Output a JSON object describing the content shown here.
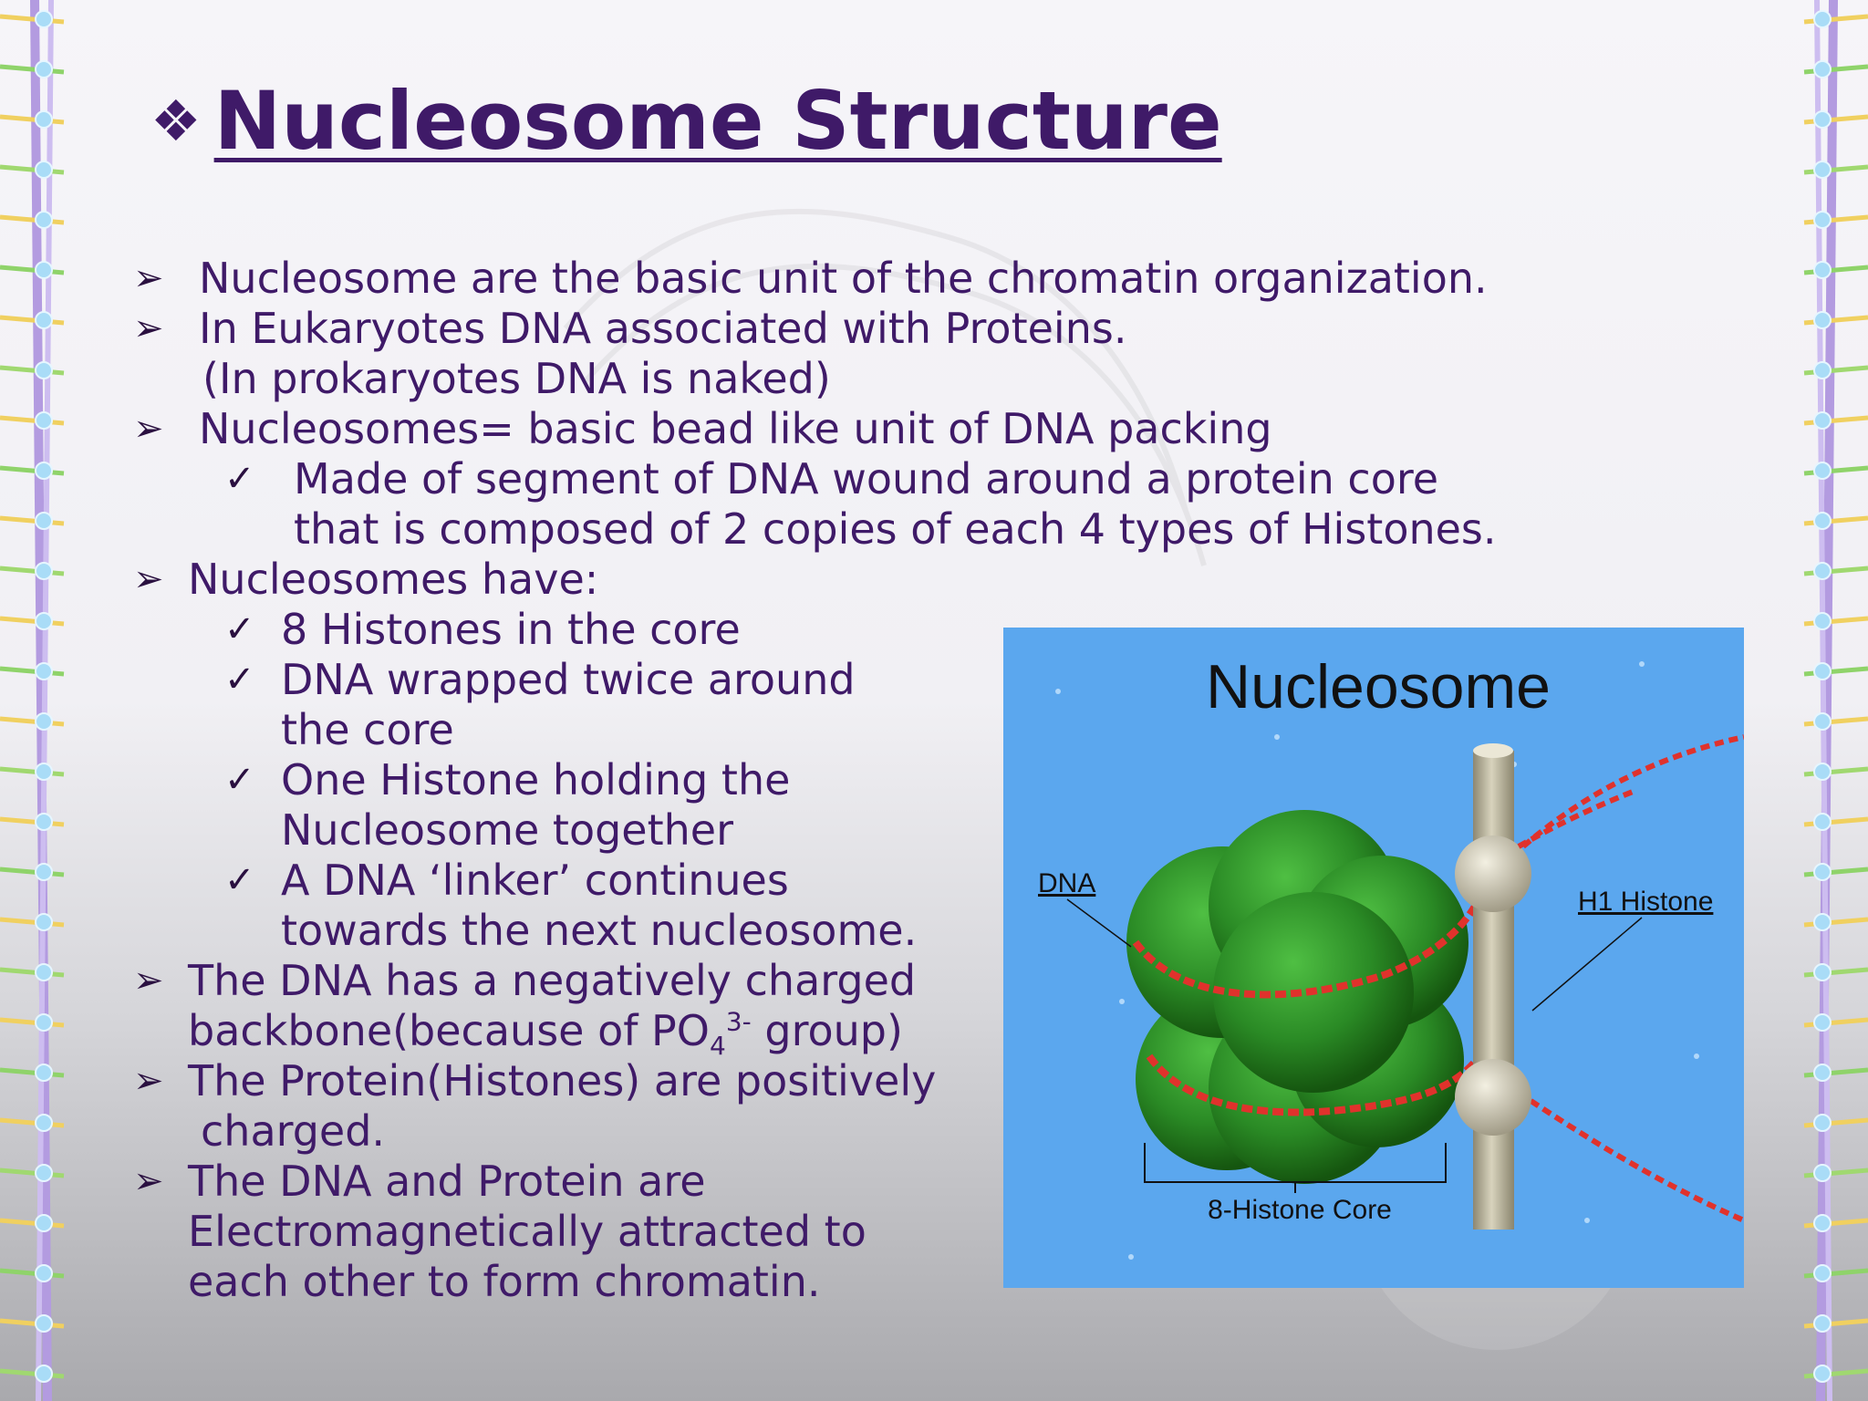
{
  "slide": {
    "title_bullet": "❖",
    "title": "Nucleosome Structure"
  },
  "content": {
    "arrow_mark": "➢",
    "check_mark": "✓",
    "lines": [
      "Nucleosome are the basic unit of the chromatin organization.",
      "In Eukaryotes DNA associated with Proteins.",
      "(In prokaryotes DNA is naked)",
      "Nucleosomes= basic bead like unit of DNA packing",
      "Made of segment of DNA  wound around a protein core",
      "that is composed of 2 copies of each 4 types of Histones.",
      "Nucleosomes have:",
      "8 Histones in the core",
      "DNA wrapped twice around",
      "the core",
      "One Histone holding the",
      "Nucleosome together",
      "A DNA ‘linker’ continues",
      "towards the next nucleosome.",
      "The DNA has a negatively charged",
      "The Protein(Histones) are positively",
      "charged.",
      "The DNA and Protein are",
      "Electromagnetically attracted to",
      "each other to form chromatin."
    ],
    "backbone_line": {
      "before": "backbone(because of PO",
      "subscript": "4",
      "superscript": "3-",
      "after": " group)"
    }
  },
  "figure": {
    "title": "Nucleosome",
    "label_dna": "DNA",
    "label_h1": "H1 Histone",
    "label_core": "8-Histone Core"
  },
  "colors": {
    "text": "#3f1a68",
    "panel_bg": "#5ba7ee",
    "histone_green": "#2f8a2a",
    "dna_red": "#e0322c",
    "h1_beige": "#c9c4ae"
  }
}
